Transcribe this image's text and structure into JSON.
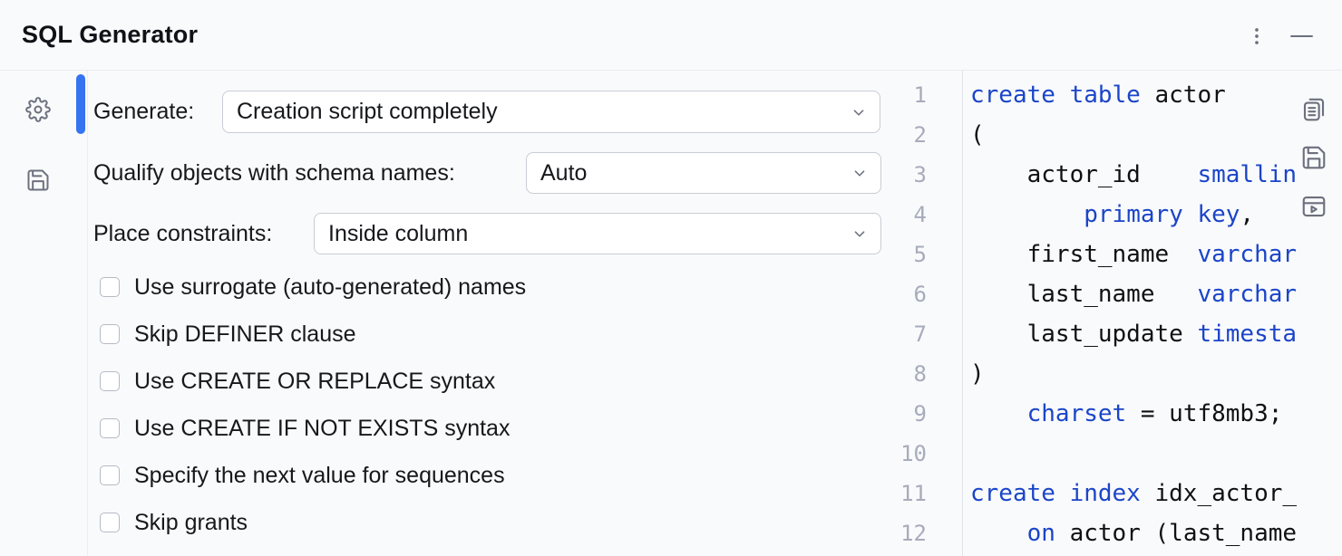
{
  "window": {
    "title": "SQL Generator"
  },
  "header": {
    "icons": [
      "kebab-menu",
      "minimize"
    ]
  },
  "sidebar": {
    "icons": [
      "settings-gear",
      "save-floppy"
    ]
  },
  "options": {
    "generate_label": "Generate:",
    "generate_value": "Creation script completely",
    "qualify_label": "Qualify objects with schema names:",
    "qualify_value": "Auto",
    "constraints_label": "Place constraints:",
    "constraints_value": "Inside column",
    "checkboxes": [
      {
        "label": "Use surrogate (auto-generated) names",
        "checked": false
      },
      {
        "label": "Skip DEFINER clause",
        "checked": false
      },
      {
        "label": "Use CREATE OR REPLACE syntax",
        "checked": false
      },
      {
        "label": "Use CREATE IF NOT EXISTS syntax",
        "checked": false
      },
      {
        "label": "Specify the next value for sequences",
        "checked": false
      },
      {
        "label": "Skip grants",
        "checked": false
      }
    ]
  },
  "editor": {
    "toolbar_icons": [
      "copy",
      "save",
      "open-in-console"
    ],
    "colors": {
      "keyword": "#1b45c9",
      "plain_text": "#101114",
      "line_number": "#a7acbc",
      "accent_scrollbar": "#3574f0"
    },
    "lines": [
      {
        "num": "1",
        "tokens": [
          {
            "text": "create table",
            "type": "kw"
          },
          {
            "text": " actor",
            "type": "plain"
          }
        ]
      },
      {
        "num": "2",
        "tokens": [
          {
            "text": "(",
            "type": "plain"
          }
        ]
      },
      {
        "num": "3",
        "tokens": [
          {
            "text": "    actor_id    ",
            "type": "plain"
          },
          {
            "text": "smallin",
            "type": "kw"
          }
        ]
      },
      {
        "num": "4",
        "tokens": [
          {
            "text": "        ",
            "type": "plain"
          },
          {
            "text": "primary key",
            "type": "kw"
          },
          {
            "text": ",",
            "type": "plain"
          }
        ]
      },
      {
        "num": "5",
        "tokens": [
          {
            "text": "    first_name  ",
            "type": "plain"
          },
          {
            "text": "varchar",
            "type": "kw"
          }
        ]
      },
      {
        "num": "6",
        "tokens": [
          {
            "text": "    last_name   ",
            "type": "plain"
          },
          {
            "text": "varchar",
            "type": "kw"
          }
        ]
      },
      {
        "num": "7",
        "tokens": [
          {
            "text": "    last_update ",
            "type": "plain"
          },
          {
            "text": "timesta",
            "type": "kw"
          }
        ]
      },
      {
        "num": "8",
        "tokens": [
          {
            "text": ")",
            "type": "plain"
          }
        ]
      },
      {
        "num": "9",
        "tokens": [
          {
            "text": "    ",
            "type": "plain"
          },
          {
            "text": "charset",
            "type": "kw"
          },
          {
            "text": " = utf8mb3;",
            "type": "plain"
          }
        ]
      },
      {
        "num": "10",
        "tokens": []
      },
      {
        "num": "11",
        "tokens": [
          {
            "text": "create index",
            "type": "kw"
          },
          {
            "text": " idx_actor_",
            "type": "plain"
          }
        ]
      },
      {
        "num": "12",
        "tokens": [
          {
            "text": "    ",
            "type": "plain"
          },
          {
            "text": "on",
            "type": "kw"
          },
          {
            "text": " actor (last_name",
            "type": "plain"
          }
        ]
      }
    ]
  }
}
